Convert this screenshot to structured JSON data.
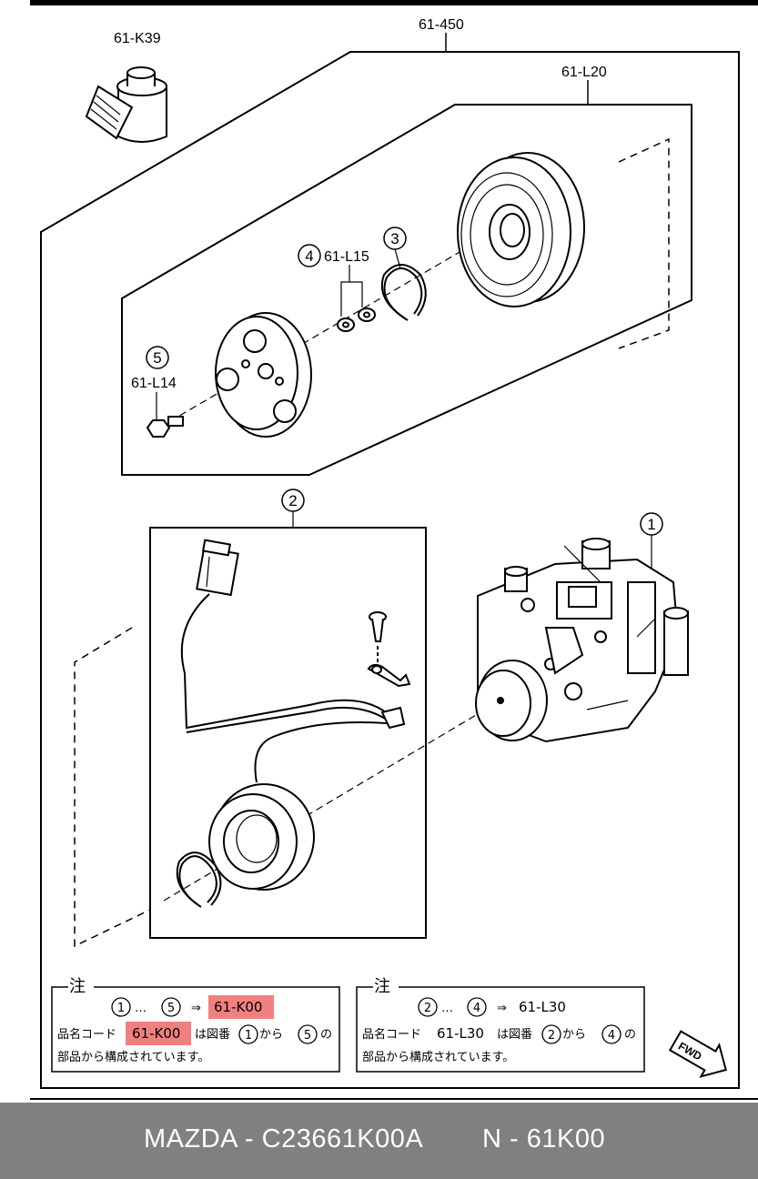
{
  "labels": {
    "assembly": "61-450",
    "clutch_kit": "61-L20",
    "connector": "61-K39",
    "shims": "61-L15",
    "bolt": "61-L14"
  },
  "callouts": {
    "c1": "1",
    "c2": "2",
    "c3": "3",
    "c4": "4",
    "c5": "5"
  },
  "note_left": {
    "heading": "注",
    "range_start": "1",
    "range_sep": "…",
    "range_end": "5",
    "arrow": "⇒",
    "code": "61-K00",
    "line2_prefix": "品名コード",
    "line2_code": "61-K00",
    "line2_mid": "は図番",
    "line2_from": "1",
    "line2_kara": "から",
    "line2_to": "5",
    "line2_no": "の",
    "line3": "部品から構成されています。",
    "highlight_color": "#f08080"
  },
  "note_right": {
    "heading": "注",
    "range_start": "2",
    "range_sep": "…",
    "range_end": "4",
    "arrow": "⇒",
    "code": "61-L30",
    "line2_prefix": "品名コード",
    "line2_code": "61-L30",
    "line2_mid": "は図番",
    "line2_from": "2",
    "line2_kara": "から",
    "line2_to": "4",
    "line2_no": "の",
    "line3": "部品から構成されています。"
  },
  "fwd_label": "FWD",
  "footer": {
    "left": "MAZDA - C23661K00A",
    "right": "N - 61K00",
    "bar_color": "#808080"
  }
}
